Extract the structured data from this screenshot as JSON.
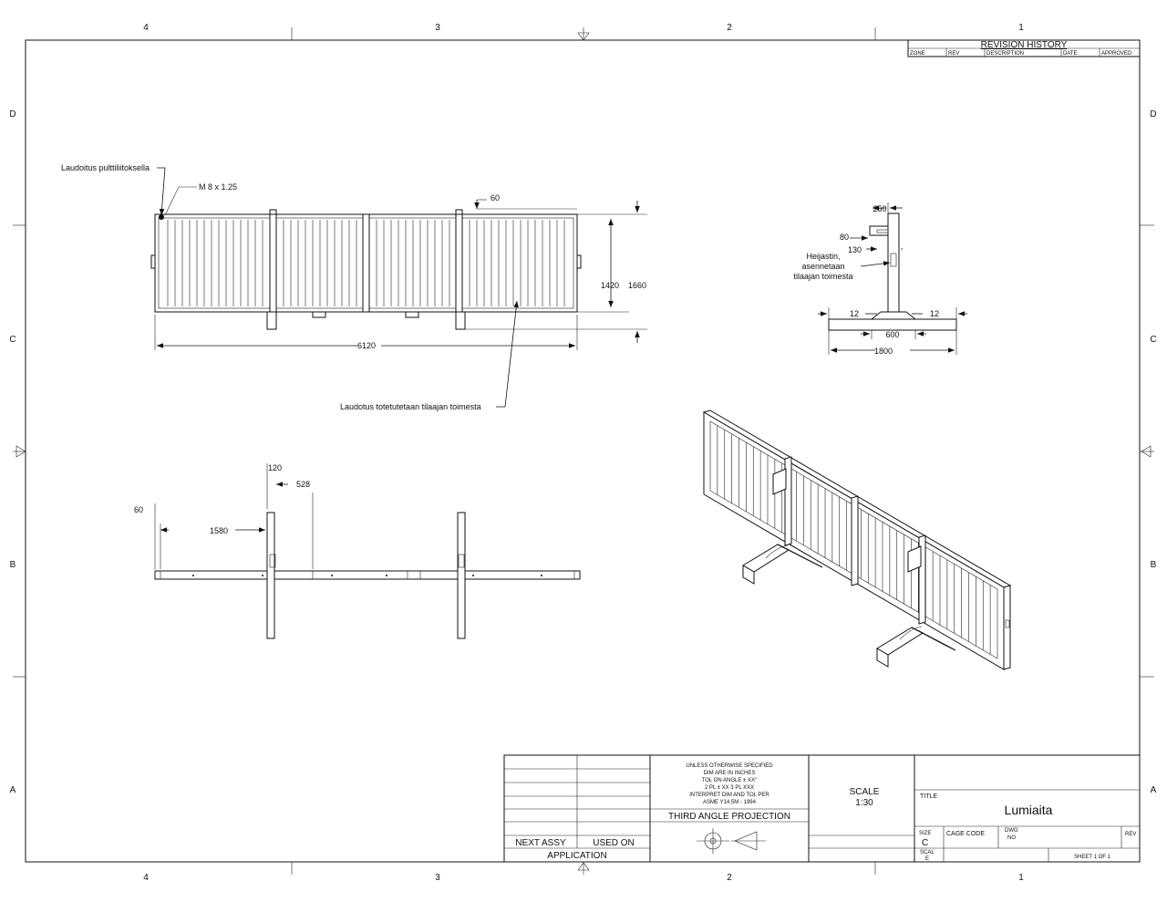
{
  "sheet": {
    "columns": [
      "4",
      "3",
      "2",
      "1"
    ],
    "rows": [
      "D",
      "C",
      "B",
      "A"
    ]
  },
  "revision_history": {
    "title": "REVISION HISTORY",
    "headers": [
      "ZONE",
      "REV",
      "DESCRIPTION",
      "DATE",
      "APPROVED"
    ]
  },
  "front_view": {
    "note_top": "Laudoitus pulttiliitoksella",
    "note_bolt": "M 8 x 1.25",
    "note_bottom": "Laudotus totetutetaan tilaajan toimesta",
    "dims": {
      "top_offset": "60",
      "inner_height": "1420",
      "total_height": "1660",
      "length": "6120"
    }
  },
  "side_view": {
    "dims": {
      "top_width": "250",
      "d80": "80",
      "d130": "130",
      "foot_left": "12",
      "foot_right": "12",
      "base": "600",
      "foot_length": "1800"
    },
    "note": [
      "Heijastin,",
      "asennetaan",
      "tilaajan toimesta"
    ]
  },
  "top_view": {
    "dims": {
      "d120": "120",
      "d528": "528",
      "d60": "60",
      "d1580": "1580"
    }
  },
  "title_block": {
    "next_assy": "NEXT ASSY",
    "used_on": "USED ON",
    "application": "APPLICATION",
    "tolerance": [
      "UNLESS OTHERWISE SPECIFIED",
      "DIM ARE IN INCHES",
      "TOL  ON    ANGLE  ±  XX°",
      "2 PL  ±  XX    3 PL   XXX",
      "INTERPRET DIM AND TOL PER",
      "ASME Y14.5M - 1994"
    ],
    "projection": "THIRD ANGLE PROJECTION",
    "scale_label": "SCALE",
    "scale_value": "1:30",
    "title_label": "TITLE",
    "title": "Lumiaita",
    "size_label": "SIZE",
    "size_value": "C",
    "cage_code": "CAGE CODE",
    "dwg_no": [
      "DWG",
      "NO"
    ],
    "rev": "REV",
    "scale_small": [
      "SCAL",
      "E"
    ],
    "sheet": "SHEET 1 OF 1"
  }
}
